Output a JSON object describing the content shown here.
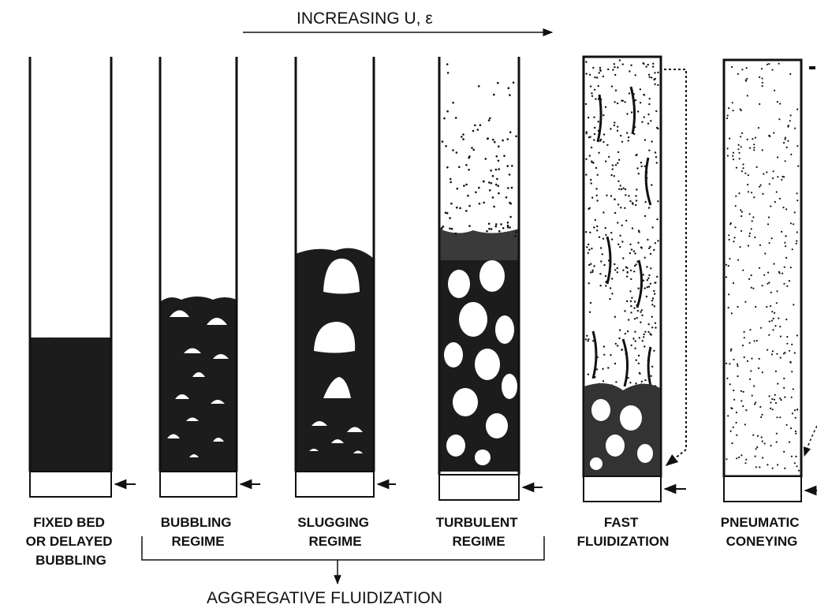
{
  "header": {
    "text": "INCREASING U, ε"
  },
  "regimes": [
    {
      "label_lines": [
        "FIXED BED",
        "OR DELAYED",
        "BUBBLING"
      ]
    },
    {
      "label_lines": [
        "BUBBLING",
        "REGIME"
      ]
    },
    {
      "label_lines": [
        "SLUGGING",
        "REGIME"
      ]
    },
    {
      "label_lines": [
        "TURBULENT",
        "REGIME"
      ]
    },
    {
      "label_lines": [
        "FAST",
        "FLUIDIZATION"
      ]
    },
    {
      "label_lines": [
        "PNEUMATIC",
        "CONEYING"
      ]
    }
  ],
  "footer": {
    "text": "AGGREGATIVE FLUIDIZATION"
  },
  "colors": {
    "ink": "#111111",
    "bed": "#1c1c1c",
    "background": "#ffffff"
  }
}
